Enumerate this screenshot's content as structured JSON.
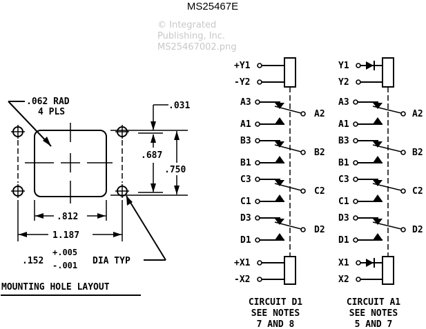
{
  "title": "MS25467E",
  "watermark": {
    "lines": [
      "© Integrated",
      "Publishing, Inc.",
      "MS25467002.png"
    ]
  },
  "mounting_layout": {
    "heading": "MOUNTING HOLE LAYOUT",
    "corner_radius_note": {
      "line1": ".062 RAD",
      "line2": "4 PLS"
    },
    "dim_offset": ".031",
    "dim_inner_height": ".687",
    "dim_outer_height": ".750",
    "dim_inner_width": ".812",
    "dim_outer_width": "1.187",
    "hole_diameter": {
      "nominal": ".152",
      "plus": "+.005",
      "minus": "-.001",
      "suffix": "DIA TYP"
    }
  },
  "circuit_d1": {
    "coil_top": [
      "+Y1",
      "-Y2"
    ],
    "coil_bottom": [
      "+X1",
      "-X2"
    ],
    "poles": [
      {
        "nc": "A3",
        "no": "A1",
        "common": "A2"
      },
      {
        "nc": "B3",
        "no": "B1",
        "common": "B2"
      },
      {
        "nc": "C3",
        "no": "C1",
        "common": "C2"
      },
      {
        "nc": "D3",
        "no": "D1",
        "common": "D2"
      }
    ],
    "caption": [
      "CIRCUIT D1",
      "SEE NOTES",
      "7 AND 8"
    ]
  },
  "circuit_a1": {
    "coil_top": [
      "Y1",
      "Y2"
    ],
    "coil_bottom": [
      "X1",
      "X2"
    ],
    "poles": [
      {
        "nc": "A3",
        "no": "A1",
        "common": "A2"
      },
      {
        "nc": "B3",
        "no": "B1",
        "common": "B2"
      },
      {
        "nc": "C3",
        "no": "C1",
        "common": "C2"
      },
      {
        "nc": "D3",
        "no": "D1",
        "common": "D2"
      }
    ],
    "caption": [
      "CIRCUIT A1",
      "SEE NOTES",
      "5 AND 7"
    ]
  }
}
